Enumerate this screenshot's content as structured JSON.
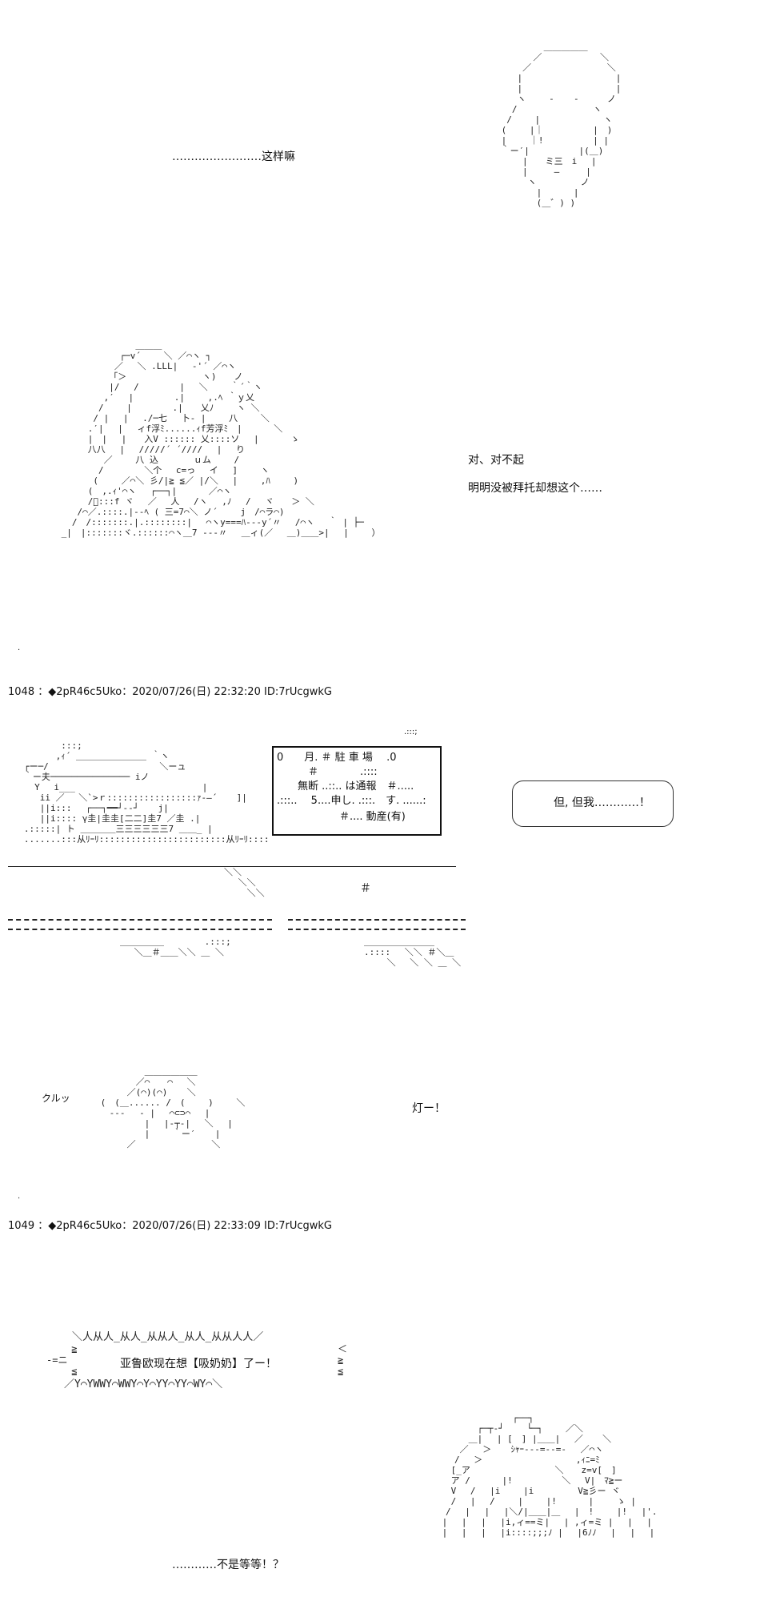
{
  "lines": {
    "just_like_that": "……………………这样嘛",
    "sorry": "对、对不起",
    "entrusted": "明明没被拜托却想这个……",
    "but_me": "但, 但我…………！",
    "light": "灯ー！",
    "kuruh": "クルッ",
    "shout": "亚鲁欧现在想【吸奶奶】了ー！",
    "wait": "…………不是等等！？"
  },
  "posts": [
    {
      "number": "1048",
      "header": "1048 ：◆2pR46c5Uko：2020/07/26(日) 22:32:20 ID:7rUcgwkG"
    },
    {
      "number": "1049",
      "header": "1049 ：◆2pR46c5Uko：2020/07/26(日) 22:33:09 ID:7rUcgwkG"
    }
  ],
  "parking_sign": {
    "row1": "0　　月. ＃ 駐 車 場 　.0",
    "row2": "　　　＃　　　　.::::",
    "row3": "　　無断 ..::.. は通報　＃.....",
    "row4": ".:::.. 　5....申し. .:::.　す. ......:",
    "row5": "　　　　　　＃.... 動産(有)"
  },
  "icons": {
    "figure-1": "ascii-art-figure",
    "figure-2": "ascii-art-girl",
    "figure-3": "ascii-art-car",
    "figure-4": "ascii-art-face",
    "figure-5": "ascii-art-hair"
  }
}
